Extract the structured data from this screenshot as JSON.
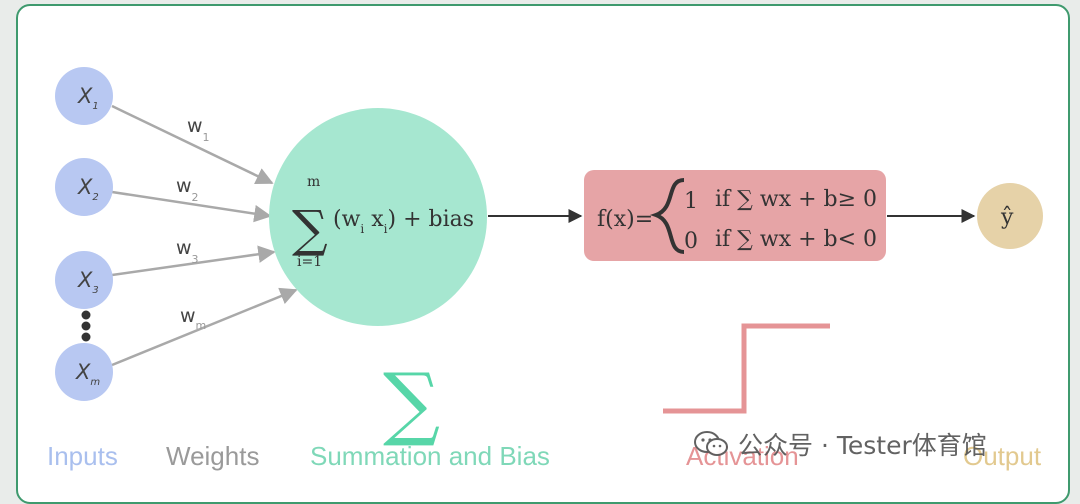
{
  "colors": {
    "inputs": "#a9bfee",
    "weights": "#9a9a9a",
    "summation": "#7fd8b8",
    "activation": "#e59496",
    "output": "#e2c98f",
    "frame": "#3f9a6e"
  },
  "inputs": [
    {
      "base": "X",
      "sub": "1"
    },
    {
      "base": "X",
      "sub": "2"
    },
    {
      "base": "X",
      "sub": "3"
    },
    {
      "base": "X",
      "sub": "m"
    }
  ],
  "weights": [
    {
      "base": "w",
      "sub": "1"
    },
    {
      "base": "w",
      "sub": "2"
    },
    {
      "base": "w",
      "sub": "3"
    },
    {
      "base": "w",
      "sub": "m"
    }
  ],
  "summation": {
    "sigma": "∑",
    "upper": "m",
    "lower": "i=1",
    "term_open": "(w",
    "sub_i1": "i",
    "term_x": " x",
    "sub_i2": "i",
    "term_close": ") + bias",
    "big_sigma": "∑"
  },
  "activation": {
    "fx": "f(x)=",
    "case1_value": "1",
    "case1_cond": "if ∑ wx + b≥ 0",
    "case2_value": "0",
    "case2_cond": "if ∑ wx + b< 0"
  },
  "output": {
    "symbol": "ŷ"
  },
  "sections": {
    "inputs": "Inputs",
    "weights": "Weights",
    "summation": "Summation and Bias",
    "activation": "Activation",
    "output": "Output"
  },
  "watermark": {
    "text": "公众号 · Tester体育馆"
  }
}
